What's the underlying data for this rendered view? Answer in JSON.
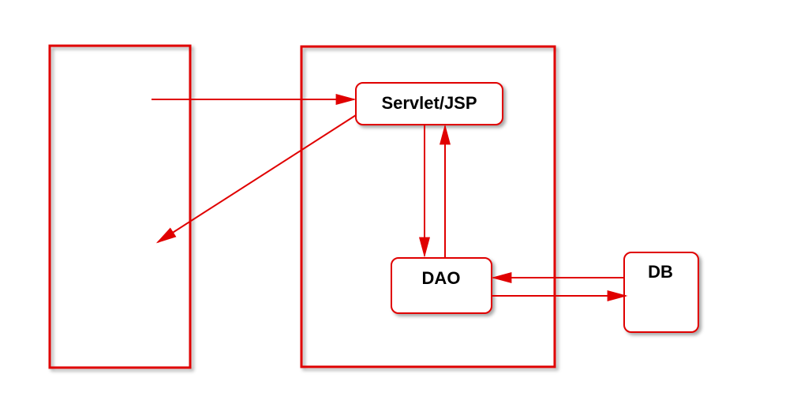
{
  "diagram": {
    "colors": {
      "stroke": "#e00000",
      "background": "#ffffff",
      "text": "#000000"
    },
    "nodes": {
      "client": {
        "label": ""
      },
      "server": {
        "label": ""
      },
      "servlet": {
        "label": "Servlet/JSP"
      },
      "dao": {
        "label": "DAO"
      },
      "db": {
        "label": "DB"
      }
    },
    "edges": [
      {
        "from": "client",
        "to": "servlet"
      },
      {
        "from": "servlet",
        "to": "client"
      },
      {
        "from": "servlet",
        "to": "dao"
      },
      {
        "from": "dao",
        "to": "servlet"
      },
      {
        "from": "db",
        "to": "dao"
      },
      {
        "from": "dao",
        "to": "db"
      }
    ]
  }
}
